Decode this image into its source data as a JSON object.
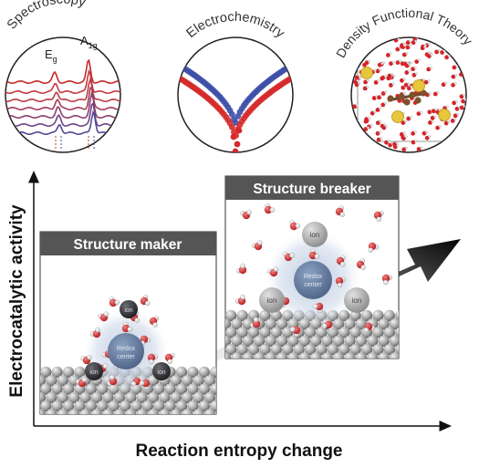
{
  "panels": {
    "spectroscopy": {
      "title": "Spectroscopy",
      "peak1": "E",
      "peak1_sub": "g",
      "peak2": "A",
      "peak2_sub": "1g"
    },
    "electrochemistry": {
      "title": "Electrochemistry"
    },
    "dft": {
      "title": "Density Functional Theory"
    }
  },
  "axes": {
    "x_label": "Reaction entropy change",
    "y_label": "Electrocatalytic activity"
  },
  "maker": {
    "title": "Structure maker",
    "ion_label": "ion",
    "center_label_1": "Redox",
    "center_label_2": "center"
  },
  "breaker": {
    "title": "Structure breaker",
    "ion_label": "ion",
    "center_label_1": "Redox",
    "center_label_2": "center"
  },
  "colors": {
    "header_bg": "#555555",
    "ion_dark": "#2a2a2e",
    "ion_light": "#a9a9a9",
    "center": "#6f86a8",
    "oxygen": "#d6242a",
    "hydrogen": "#f2f2f2",
    "red_curve": "#d62a2a",
    "blue_curve": "#3d4fa8"
  }
}
